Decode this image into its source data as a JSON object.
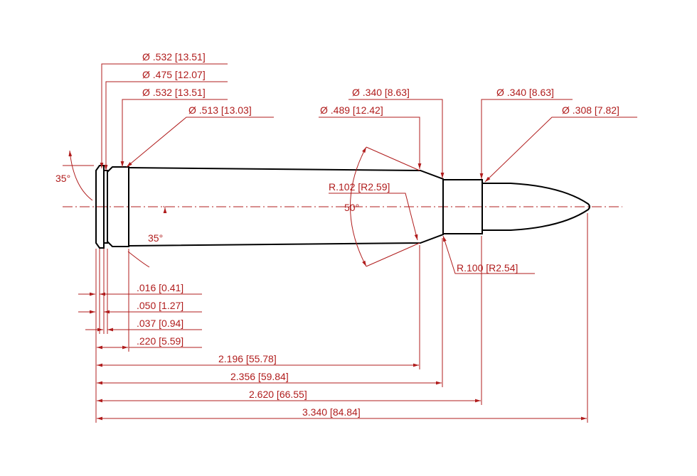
{
  "colors": {
    "dimension": "#b01c1c",
    "outline": "#000000",
    "background": "#ffffff"
  },
  "labels": {
    "dia_rim_1": "Ø .532 [13.51]",
    "dia_groove": "Ø .475 [12.07]",
    "dia_rim_2": "Ø .532 [13.51]",
    "dia_base": "Ø .513 [13.03]",
    "dia_neck_top": "Ø .340 [8.63]",
    "dia_shoulder": "Ø .489 [12.42]",
    "dia_neck_end": "Ø .340 [8.63]",
    "dia_bullet": "Ø .308 [7.82]",
    "angle_rim": "35°",
    "angle_groove": "35°",
    "angle_shoulder": "50°",
    "radius_shoulder": "R.102 [R2.59]",
    "radius_neck": "R.100 [R2.54]",
    "len_rim": ".016 [0.41]",
    "len_groove_start": ".050 [1.27]",
    "len_groove": ".037 [0.94]",
    "len_base": ".220 [5.59]",
    "len_shoulder_start": "2.196 [55.78]",
    "len_shoulder_end": "2.356 [59.84]",
    "len_case": "2.620 [66.55]",
    "len_overall": "3.340 [84.84]"
  }
}
